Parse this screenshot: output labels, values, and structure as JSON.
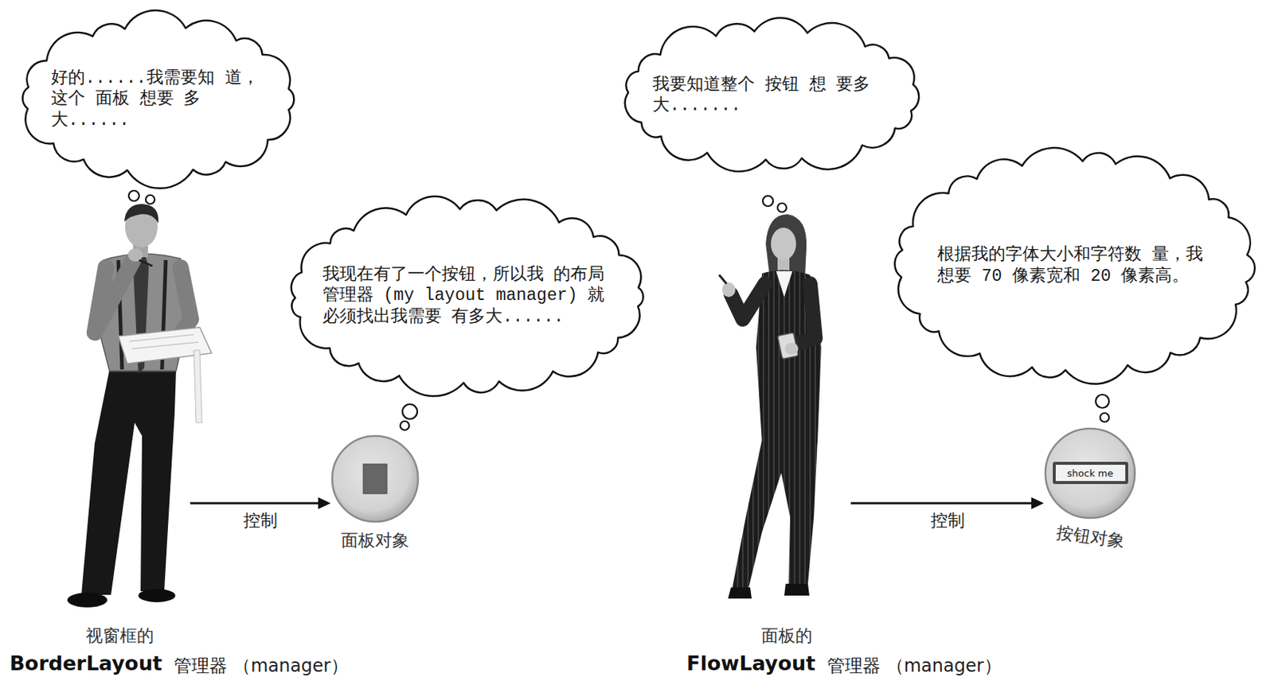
{
  "diagram": {
    "nodes": [
      {
        "text": [
          "好的......我需要知 道，这个 面板 想要 多大......"
        ]
      },
      {
        "text": [
          "视窗框的",
          "BorderLayout",
          "管理器 （manager）"
        ]
      },
      {
        "text": [
          "我现在有了一个按钮，所以我 的布局管理器 (my layout manager) 就必须找出我需要 有多大......"
        ]
      },
      {
        "text": [
          "面板对象"
        ]
      },
      {
        "text": [
          "我要知道整个 按钮 想 要多大......."
        ]
      },
      {
        "text": [
          "面板的",
          "FlowLayout",
          "管理器 （manager）"
        ]
      },
      {
        "text": [
          "根据我的字体大小和字符数 量，我想要 70 像素宽和 20 像素高。"
        ]
      },
      {
        "text": [
          "按钮对象"
        ]
      },
      {
        "text": [
          "shock me"
        ],
        "in": 7
      }
    ],
    "edges": [
      {
        "from": 1,
        "to": 3,
        "arrow": "to",
        "label": "控制"
      },
      {
        "from": 5,
        "to": 7,
        "arrow": "to",
        "label": "控制"
      }
    ]
  }
}
